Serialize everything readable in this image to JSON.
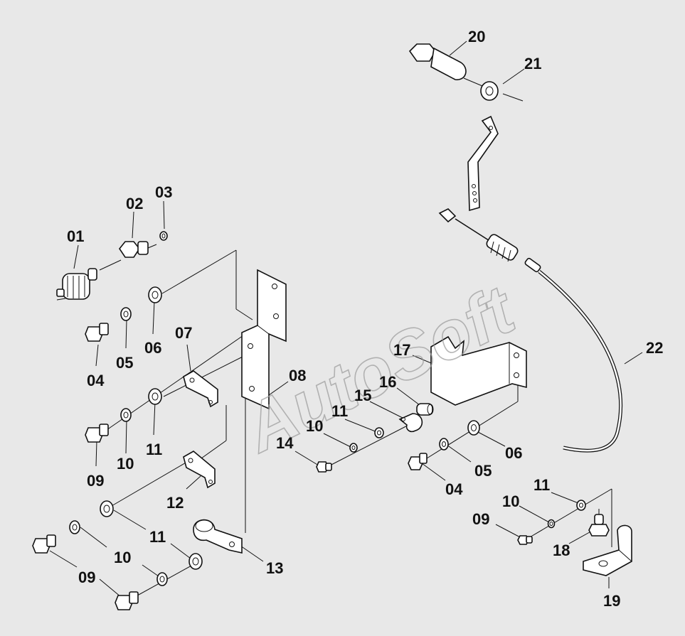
{
  "watermark": "AutoSoft",
  "callouts": [
    {
      "id": "c01",
      "text": "01"
    },
    {
      "id": "c02",
      "text": "02"
    },
    {
      "id": "c03",
      "text": "03"
    },
    {
      "id": "c04a",
      "text": "04"
    },
    {
      "id": "c05a",
      "text": "05"
    },
    {
      "id": "c06a",
      "text": "06"
    },
    {
      "id": "c07",
      "text": "07"
    },
    {
      "id": "c08",
      "text": "08"
    },
    {
      "id": "c09a",
      "text": "09"
    },
    {
      "id": "c10a",
      "text": "10"
    },
    {
      "id": "c11a",
      "text": "11"
    },
    {
      "id": "c12",
      "text": "12"
    },
    {
      "id": "c11b",
      "text": "11"
    },
    {
      "id": "c10b",
      "text": "10"
    },
    {
      "id": "c09b",
      "text": "09"
    },
    {
      "id": "c13",
      "text": "13"
    },
    {
      "id": "c14",
      "text": "14"
    },
    {
      "id": "c10c",
      "text": "10"
    },
    {
      "id": "c11c",
      "text": "11"
    },
    {
      "id": "c15",
      "text": "15"
    },
    {
      "id": "c16",
      "text": "16"
    },
    {
      "id": "c17",
      "text": "17"
    },
    {
      "id": "c06b",
      "text": "06"
    },
    {
      "id": "c05b",
      "text": "05"
    },
    {
      "id": "c04b",
      "text": "04"
    },
    {
      "id": "c20",
      "text": "20"
    },
    {
      "id": "c21",
      "text": "21"
    },
    {
      "id": "c22",
      "text": "22"
    },
    {
      "id": "c11d",
      "text": "11"
    },
    {
      "id": "c10d",
      "text": "10"
    },
    {
      "id": "c09c",
      "text": "09"
    },
    {
      "id": "c18",
      "text": "18"
    },
    {
      "id": "c19",
      "text": "19"
    }
  ]
}
